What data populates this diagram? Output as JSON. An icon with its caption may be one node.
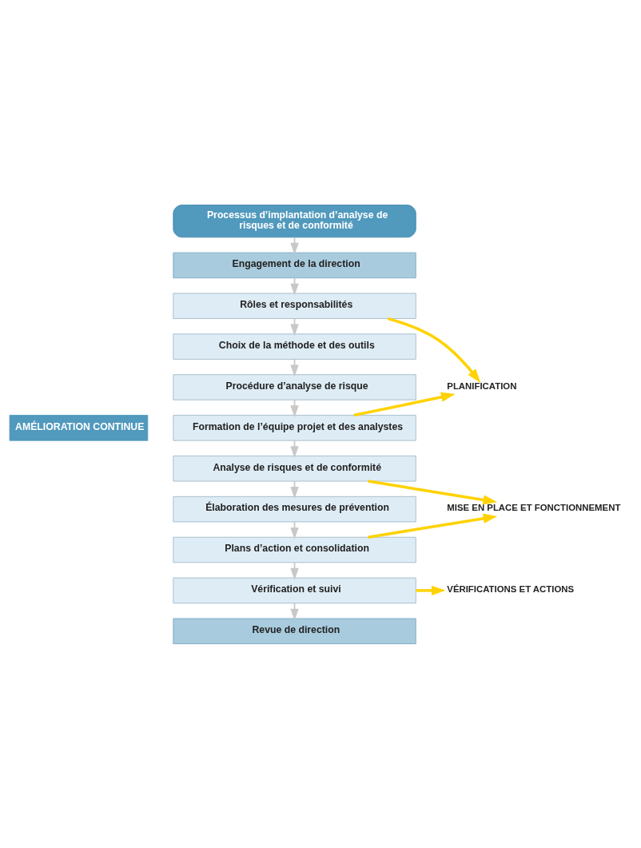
{
  "diagram": {
    "nodes": [
      {
        "text": [
          "Processus d’implantation d’analyse de risques et de conformité"
        ]
      },
      {
        "text": [
          "Engagement de la direction"
        ]
      },
      {
        "text": [
          "Rôles et responsabilités"
        ]
      },
      {
        "text": [
          "Choix de la méthode et des outils"
        ]
      },
      {
        "text": [
          "Procédure d’analyse de risque"
        ]
      },
      {
        "text": [
          "Formation de l’équipe projet et des analystes"
        ]
      },
      {
        "text": [
          "Analyse de risques et de conformité"
        ]
      },
      {
        "text": [
          "Élaboration des mesures de prévention"
        ]
      },
      {
        "text": [
          "Plans d’action et consolidation"
        ]
      },
      {
        "text": [
          "Vérification et suivi"
        ]
      },
      {
        "text": [
          "Revue de direction"
        ]
      },
      {
        "text": [
          "AMÉLIORATION CONTINUE"
        ]
      },
      {
        "text": [
          "PLANIFICATION"
        ]
      },
      {
        "text": [
          "MISE EN PLACE ET FONCTIONNEMENT"
        ]
      },
      {
        "text": [
          "VÉRIFICATIONS ET ACTIONS"
        ]
      }
    ],
    "edges": [
      {
        "from": 0,
        "to": 1,
        "arrow": "to"
      },
      {
        "from": 1,
        "to": 2,
        "arrow": "to"
      },
      {
        "from": 2,
        "to": 3,
        "arrow": "to"
      },
      {
        "from": 3,
        "to": 4,
        "arrow": "to"
      },
      {
        "from": 4,
        "to": 5,
        "arrow": "to"
      },
      {
        "from": 5,
        "to": 6,
        "arrow": "to"
      },
      {
        "from": 6,
        "to": 7,
        "arrow": "to"
      },
      {
        "from": 7,
        "to": 8,
        "arrow": "to"
      },
      {
        "from": 8,
        "to": 9,
        "arrow": "to"
      },
      {
        "from": 9,
        "to": 10,
        "arrow": "to"
      },
      {
        "from": 2,
        "to": 12,
        "arrow": "to",
        "style": "thick",
        "color": "#ffd200"
      },
      {
        "from": 5,
        "to": 12,
        "arrow": "to",
        "style": "thick",
        "color": "#ffd200"
      },
      {
        "from": 6,
        "to": 13,
        "arrow": "to",
        "style": "thick",
        "color": "#ffd200"
      },
      {
        "from": 8,
        "to": 13,
        "arrow": "to",
        "style": "thick",
        "color": "#ffd200"
      },
      {
        "from": 9,
        "to": 14,
        "arrow": "to",
        "style": "thick",
        "color": "#ffd200"
      }
    ]
  }
}
